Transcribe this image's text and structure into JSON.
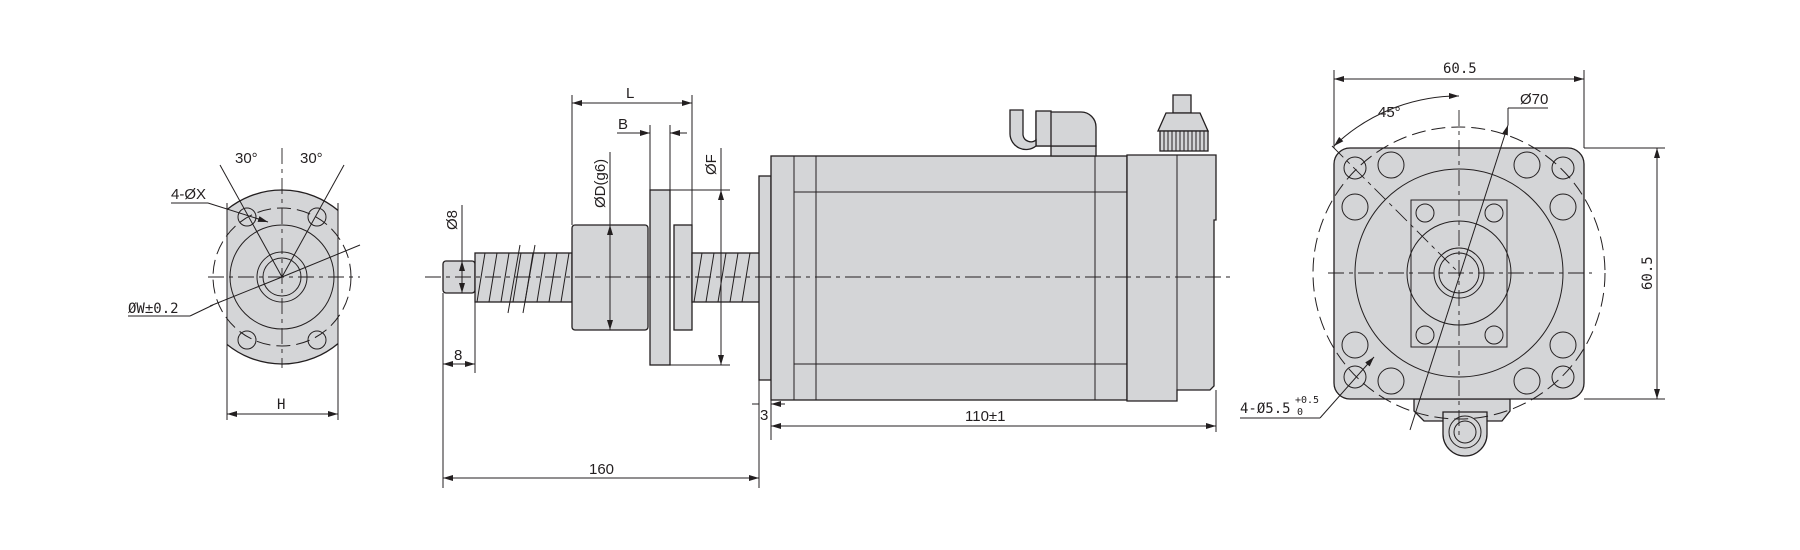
{
  "left_view": {
    "angle_left": "30°",
    "angle_right": "30°",
    "holes": "4-ØX",
    "pcd": "ØW±0.2",
    "width": "H"
  },
  "side_view": {
    "L": "L",
    "B": "B",
    "D": "ØD(g6)",
    "F": "ØF",
    "shaft_dia": "Ø8",
    "shaft_len": "8",
    "screw_len": "160",
    "pilot": "3",
    "motor_len": "110±1"
  },
  "end_view": {
    "width": "60.5",
    "height": "60.5",
    "angle": "45°",
    "circle": "Ø70",
    "holes": "4-Ø5.5",
    "tol_upper": "+0.5",
    "tol_lower": "0"
  },
  "colors": {
    "fill": "#d4d5d7",
    "line": "#231f20"
  }
}
